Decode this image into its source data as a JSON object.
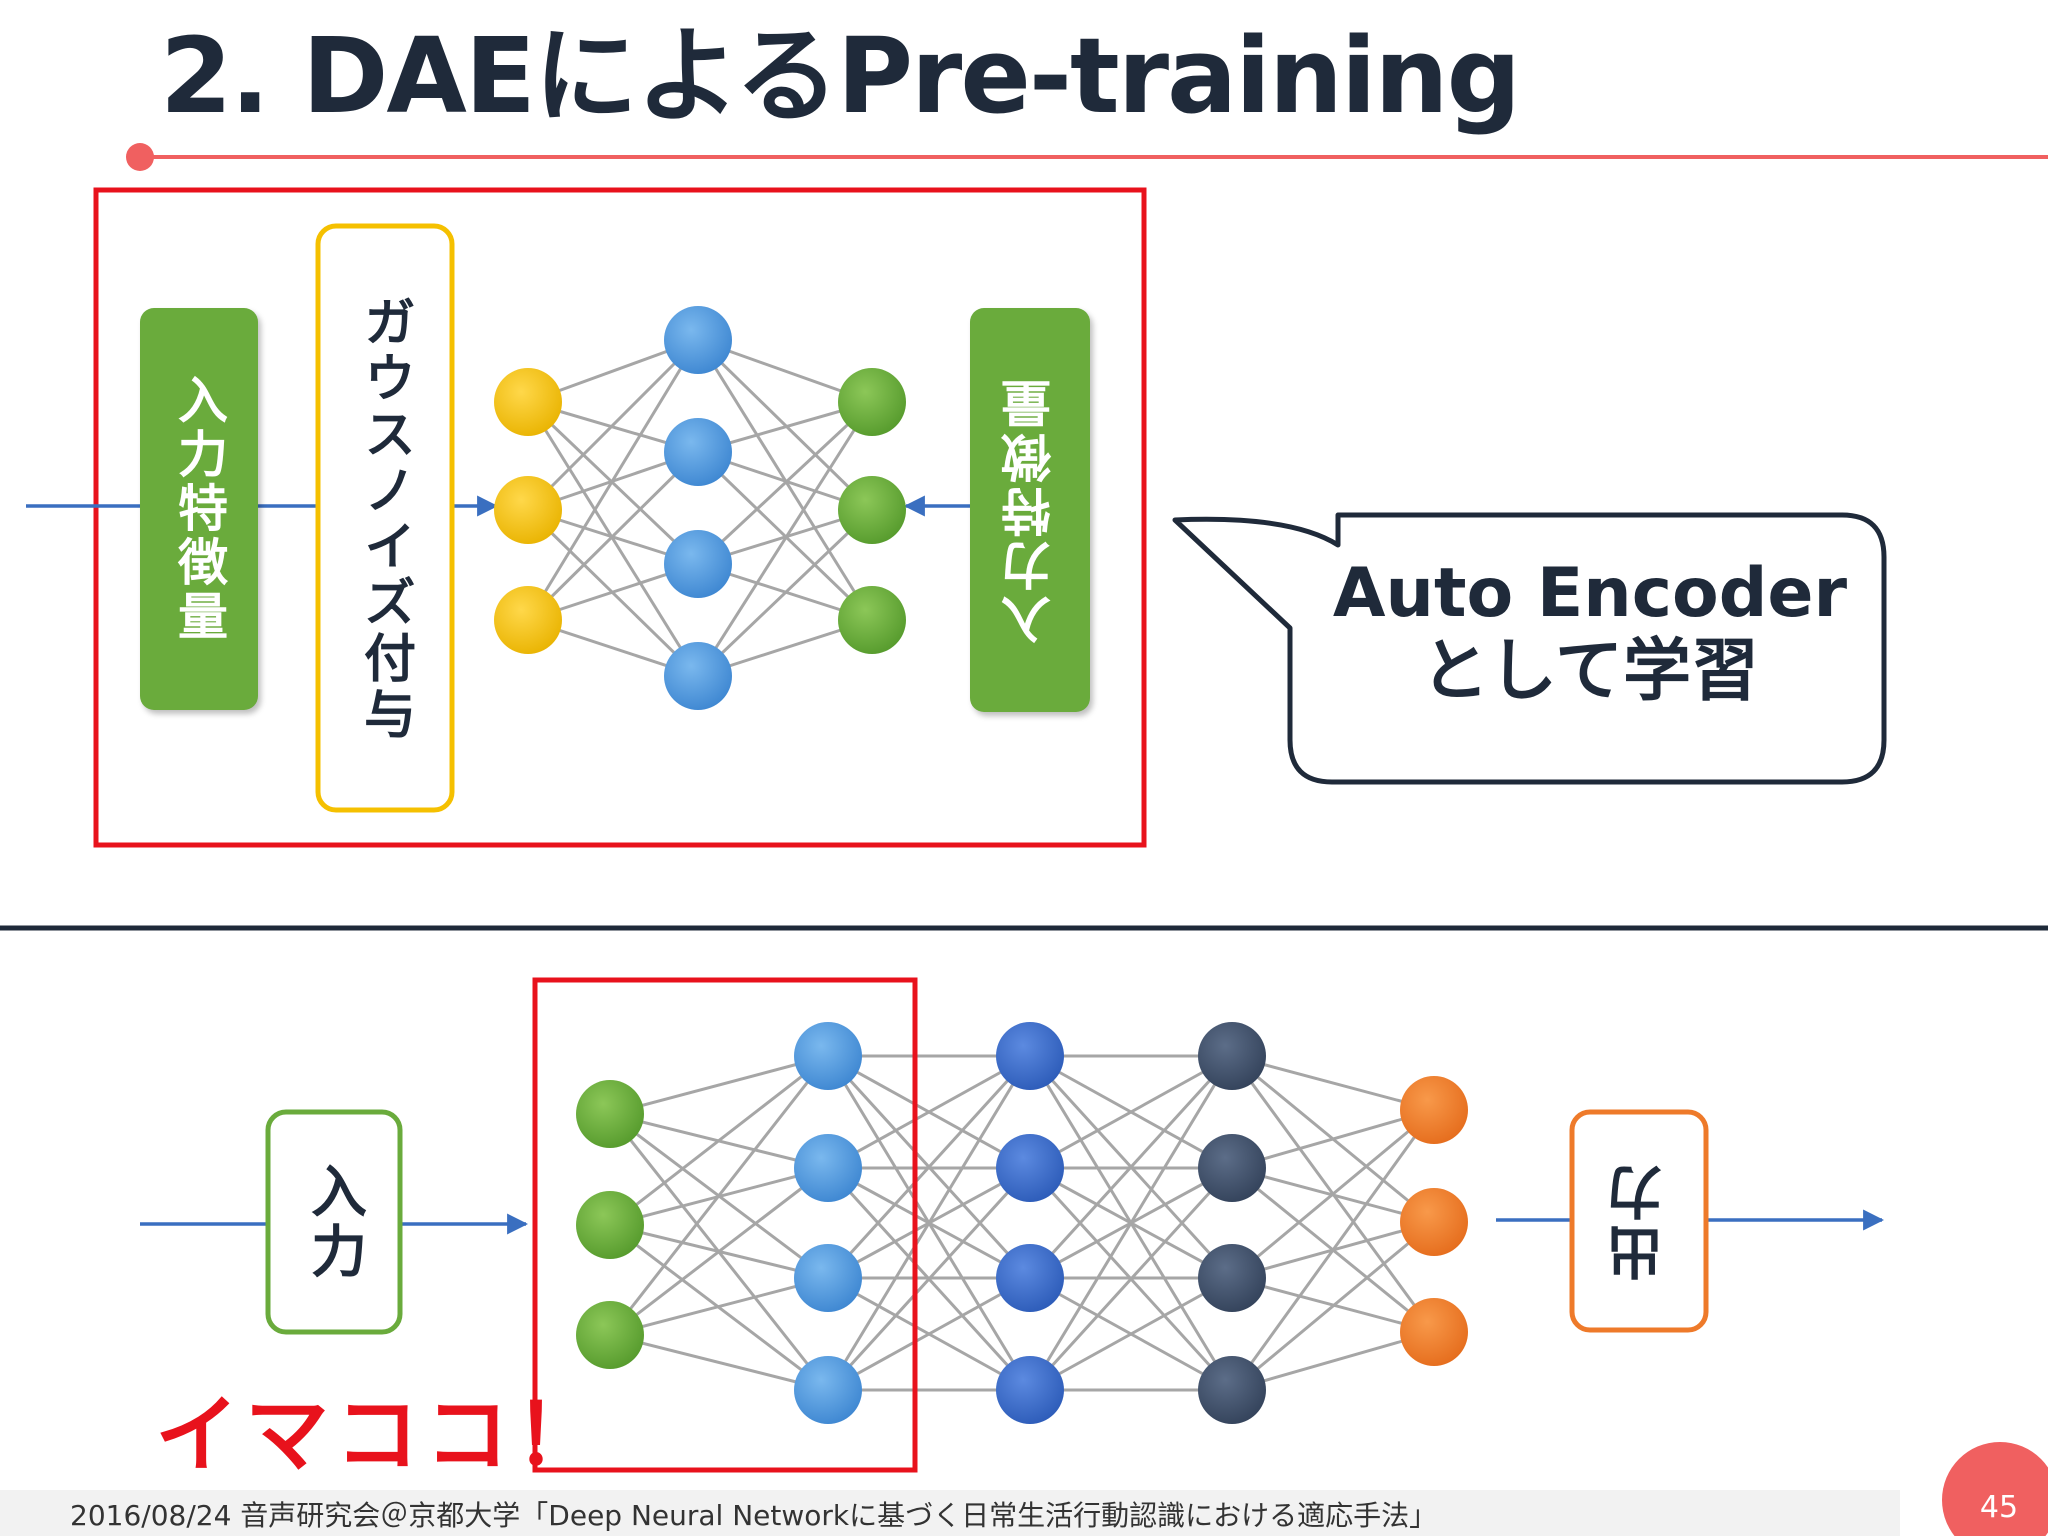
{
  "slide": {
    "title": "2. DAEによるPre-training",
    "page_number": "45",
    "footer": "2016/08/24  音声研究会＠京都大学「Deep Neural Networkに基づく日常生活行動認識における適応手法」"
  },
  "top": {
    "input_features_label": "入力特徴量",
    "gaussian_noise_label": "ガウスノイズ付与",
    "target_features_label": "入力特徴量",
    "bubble_line1": "Auto Encoder",
    "bubble_line2": "として学習"
  },
  "bottom": {
    "input_label": "入力",
    "output_label": "出力",
    "imakoko": "イマココ！"
  },
  "colors": {
    "accent_red": "#e8121c",
    "title_line": "#f06060",
    "green": "#6aab3c",
    "yellow": "#f5c000",
    "blue_light": "#4a90d6",
    "blue_dark": "#3366c6",
    "navy": "#3a4a63",
    "orange": "#ee7a2a",
    "edge_gray": "#a6a6a6",
    "arrow_blue": "#3a6fc0"
  }
}
